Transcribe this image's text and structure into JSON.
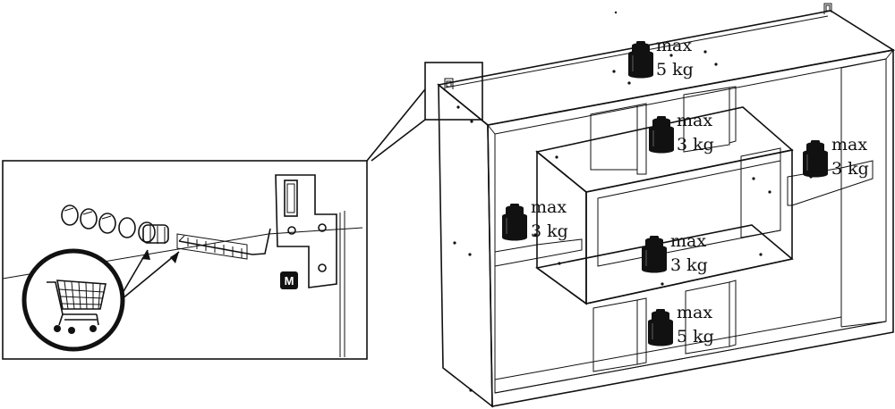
{
  "weights": [
    {
      "id": "top",
      "line1": "max",
      "line2": "5 kg"
    },
    {
      "id": "upper-center",
      "line1": "max",
      "line2": "3 kg"
    },
    {
      "id": "right",
      "line1": "max",
      "line2": "3 kg"
    },
    {
      "id": "left",
      "line1": "max",
      "line2": "3 kg"
    },
    {
      "id": "center",
      "line1": "max",
      "line2": "3 kg"
    },
    {
      "id": "bottom",
      "line1": "max",
      "line2": "5 kg"
    }
  ],
  "detail": {
    "marker_label": "M"
  },
  "icons": [
    "shopping-cart-icon",
    "weight-icon",
    "wall-plug-icon",
    "screw-icon",
    "hanger-bracket-icon"
  ],
  "colors": {
    "line": "#111111",
    "shelf_shade": "#8f8f8f",
    "background": "#ffffff"
  }
}
